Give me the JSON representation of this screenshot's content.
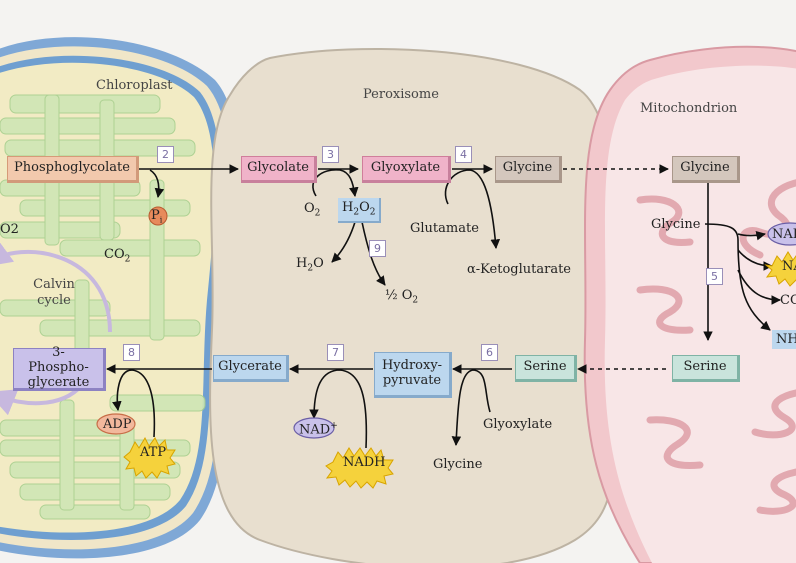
{
  "organelles": {
    "chloroplast": "Chloroplast",
    "peroxisome": "Peroxisome",
    "mitochondrion": "Mitochondrion"
  },
  "compounds": {
    "phosphoglycolate": "Phosphoglycolate",
    "glycolate": "Glycolate",
    "glyoxylate": "Glyoxylate",
    "glycine_perox": "Glycine",
    "glycine_mito": "Glycine",
    "serine_mito": "Serine",
    "serine_perox": "Serine",
    "hydroxypyruvate": "Hydroxy-pyruvate",
    "glycerate": "Glycerate",
    "phosphoglycerate": "3-Phospho-glycerate"
  },
  "side": {
    "pi": "P",
    "pi_sub": "i",
    "o2_left": "O2",
    "o2": "O",
    "o2_sub": "2",
    "h2o2_h": "H",
    "h2o2_2": "2",
    "h2o2_o": "O",
    "h2o2_2b": "2",
    "h2o_h": "H",
    "h2o_2": "2",
    "h2o_o": "O",
    "half_o2": "½ O",
    "half_o2_sub": "2",
    "glutamate": "Glutamate",
    "ketoglutarate": "α-Ketoglutarate",
    "co2_chloro": "CO",
    "co2_chloro_sub": "2",
    "calvin": "Calvin cycle",
    "adp": "ADP",
    "atp": "ATP",
    "nad": "NAD",
    "nad_plus": "+",
    "nadh": "NADH",
    "glyoxylate_2": "Glyoxylate",
    "glycine_2": "Glycine",
    "mito_glycine": "Glycine",
    "mito_nad": "NAD",
    "mito_nadh": "NA",
    "mito_co2": "CO",
    "mito_nh": "NH"
  },
  "steps": [
    "2",
    "3",
    "4",
    "5",
    "6",
    "7",
    "8",
    "9"
  ],
  "colors": {
    "chloroplast_fill": "#f2ebc4",
    "thylakoid": "#cfe6b5",
    "envelope_blue": "#6d9ccc",
    "peroxisome_fill": "#e9e1d2",
    "mito_outer": "#f4d3d6",
    "mito_inner": "#f9e8e9"
  }
}
